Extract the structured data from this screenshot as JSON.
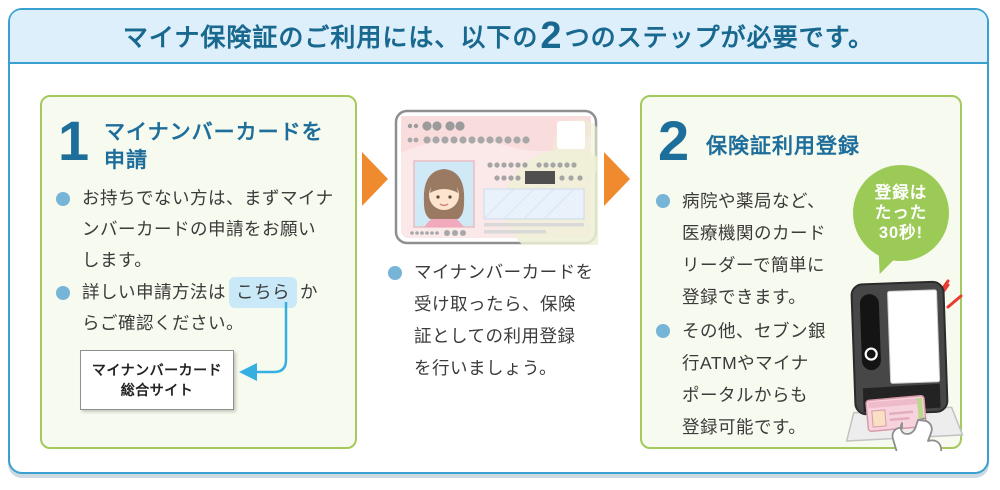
{
  "header": {
    "text_before": "マイナ保険証のご利用には、以下の",
    "big_number": "2",
    "text_after": "つのステップが必要です。"
  },
  "step1": {
    "number": "1",
    "title_line1": "マイナンバーカードを",
    "title_line2": "申請",
    "bullet1_line1": "お持ちでない方は、まずマイナ",
    "bullet1_line2": "ンバーカードの申請をお願い",
    "bullet1_line3": "します。",
    "bullet2_pre": "詳しい申請方法は",
    "bullet2_link": "こちら",
    "bullet2_post": "か",
    "bullet2_line2": "らご確認ください。",
    "site_box_line1": "マイナンバーカード",
    "site_box_line2": "総合サイト"
  },
  "middle": {
    "caption_line1": "マイナンバーカードを",
    "caption_line2": "受け取ったら、保険",
    "caption_line3": "証としての利用登録",
    "caption_line4": "を行いましょう。",
    "illustration": "my-number-card"
  },
  "step2": {
    "number": "2",
    "title": "保険証利用登録",
    "bullet1_line1": "病院や薬局など、",
    "bullet1_line2": "医療機関のカード",
    "bullet1_line3": "リーダーで簡単に",
    "bullet1_line4": "登録できます。",
    "bullet2_line1": "その他、セブン銀",
    "bullet2_line2": "行ATMやマイナ",
    "bullet2_line3": "ポータルからも",
    "bullet2_line4": "登録可能です。",
    "badge_line1": "登録は",
    "badge_line2": "たった",
    "badge_line3": "30秒!",
    "illustration": "card-reader"
  },
  "icons": {
    "bullet": "filled-circle",
    "flow_arrow": "triangle-right",
    "link_connector": "curved-arrow-left"
  },
  "colors": {
    "outer_border": "#3aa0d2",
    "header_bg": "#ddeffa",
    "header_text": "#19688f",
    "panel_border": "#a4c95c",
    "panel_bg": "#f7faee",
    "step_accent": "#1e6e9c",
    "bullet_dot": "#76b4d8",
    "flow_arrow": "#ef8a2e",
    "badge_green": "#9cca57",
    "link_highlight_bg": "#c9e8f8",
    "connector_blue": "#35aee2"
  }
}
